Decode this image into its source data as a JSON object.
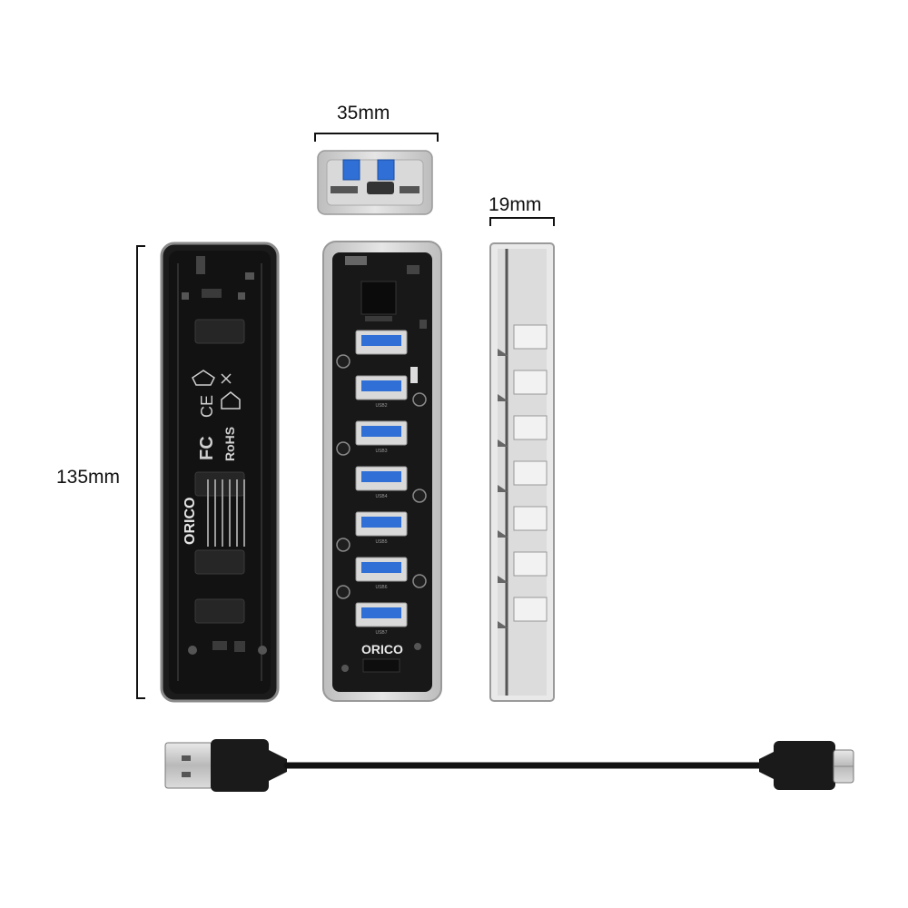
{
  "dimensions": {
    "width": "35mm",
    "depth": "19mm",
    "height": "135mm"
  },
  "product": {
    "brand": "ORICO",
    "port_count": 7,
    "port_labels": [
      "",
      "USB2",
      "USB3",
      "USB4",
      "USB5",
      "USB6",
      "USB7"
    ]
  },
  "back_panel": {
    "logo": "ORICO",
    "marks": [
      "FC",
      "CE",
      "RoHS"
    ]
  },
  "colors": {
    "pcb": "#141414",
    "shell": "#c8c8c8",
    "usb_blue": "#2f6fd6",
    "cable": "#111111"
  }
}
